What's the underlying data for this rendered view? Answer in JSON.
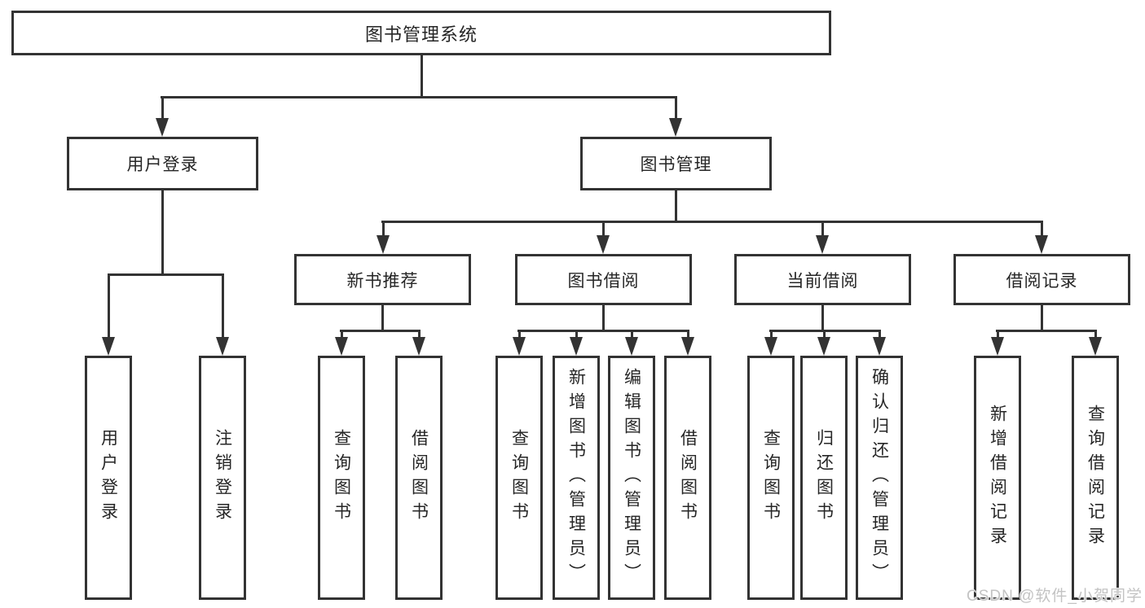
{
  "tree": {
    "root": "图书管理系统",
    "branches": [
      {
        "label": "用户登录",
        "children": [
          "用户登录",
          "注销登录"
        ]
      },
      {
        "label": "图书管理",
        "sections": [
          {
            "label": "新书推荐",
            "children": [
              "查询图书",
              "借阅图书"
            ]
          },
          {
            "label": "图书借阅",
            "children": [
              "查询图书",
              "新增图书（管理员）",
              "编辑图书（管理员）",
              "借阅图书"
            ]
          },
          {
            "label": "当前借阅",
            "children": [
              "查询图书",
              "归还图书",
              "确认归还（管理员）"
            ]
          },
          {
            "label": "借阅记录",
            "children": [
              "新增借阅记录",
              "查询借阅记录"
            ]
          }
        ]
      }
    ]
  },
  "watermark": {
    "text": "CSDN @软件_小贺同学"
  },
  "colors": {
    "line": "#333333",
    "text": "#262626",
    "watermark": "#c3c3c3",
    "background": "#ffffff"
  }
}
